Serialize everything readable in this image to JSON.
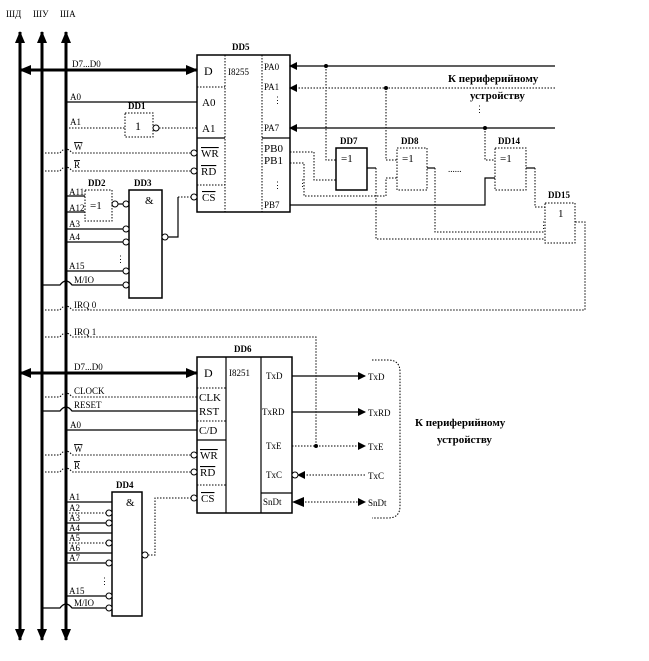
{
  "bus_labels": {
    "data": "ШД",
    "control": "ШУ",
    "address": "ША"
  },
  "dd5": {
    "name": "DD5",
    "chip": "I8255",
    "left_pins": [
      "D",
      "A0",
      "A1",
      "WR",
      "RD",
      "CS"
    ],
    "right_pins": [
      "PA0",
      "PA1",
      "PA7",
      "PB0",
      "PB1",
      "PB7"
    ]
  },
  "dd6": {
    "name": "DD6",
    "chip": "I8251",
    "left_pins": [
      "D",
      "CLK",
      "RST",
      "C/D",
      "WR",
      "RD",
      "CS"
    ],
    "right_pins": [
      "TxD",
      "TxRD",
      "TxE",
      "TxC",
      "SnDt"
    ]
  },
  "gates": {
    "dd1": {
      "name": "DD1",
      "symbol": "1"
    },
    "dd2": {
      "name": "DD2",
      "symbol": "=1"
    },
    "dd3": {
      "name": "DD3",
      "symbol": "&"
    },
    "dd4": {
      "name": "DD4",
      "symbol": "&"
    },
    "dd7": {
      "name": "DD7",
      "symbol": "=1"
    },
    "dd8": {
      "name": "DD8",
      "symbol": "=1"
    },
    "dd14": {
      "name": "DD14",
      "symbol": "=1"
    },
    "dd15": {
      "name": "DD15",
      "symbol": "1"
    }
  },
  "signals_top": {
    "data": "D7...D0",
    "a0": "A0",
    "a1": "A1",
    "w": "W",
    "r": "R",
    "a11": "A11",
    "a12": "A12",
    "a3": "A3",
    "a4": "A4",
    "a15": "A15",
    "mio": "M/IO",
    "irq0": "IRQ 0"
  },
  "signals_bottom": {
    "irq1": "IRQ 1",
    "data": "D7...D0",
    "clock": "CLOCK",
    "reset": "RESET",
    "a0": "A0",
    "w": "W",
    "r": "R",
    "a_inputs": [
      "A1",
      "A2",
      "A3",
      "A4",
      "A5",
      "A6",
      "A7"
    ],
    "a15": "A15",
    "mio": "M/IO"
  },
  "outputs_bottom": [
    "TxD",
    "TxRD",
    "TxE",
    "TxC",
    "SnDt"
  ],
  "peripheral_label": {
    "line1": "К периферийному",
    "line2": "устройству"
  },
  "dots": {
    "vertical": "⋮",
    "horizontal": "......"
  }
}
